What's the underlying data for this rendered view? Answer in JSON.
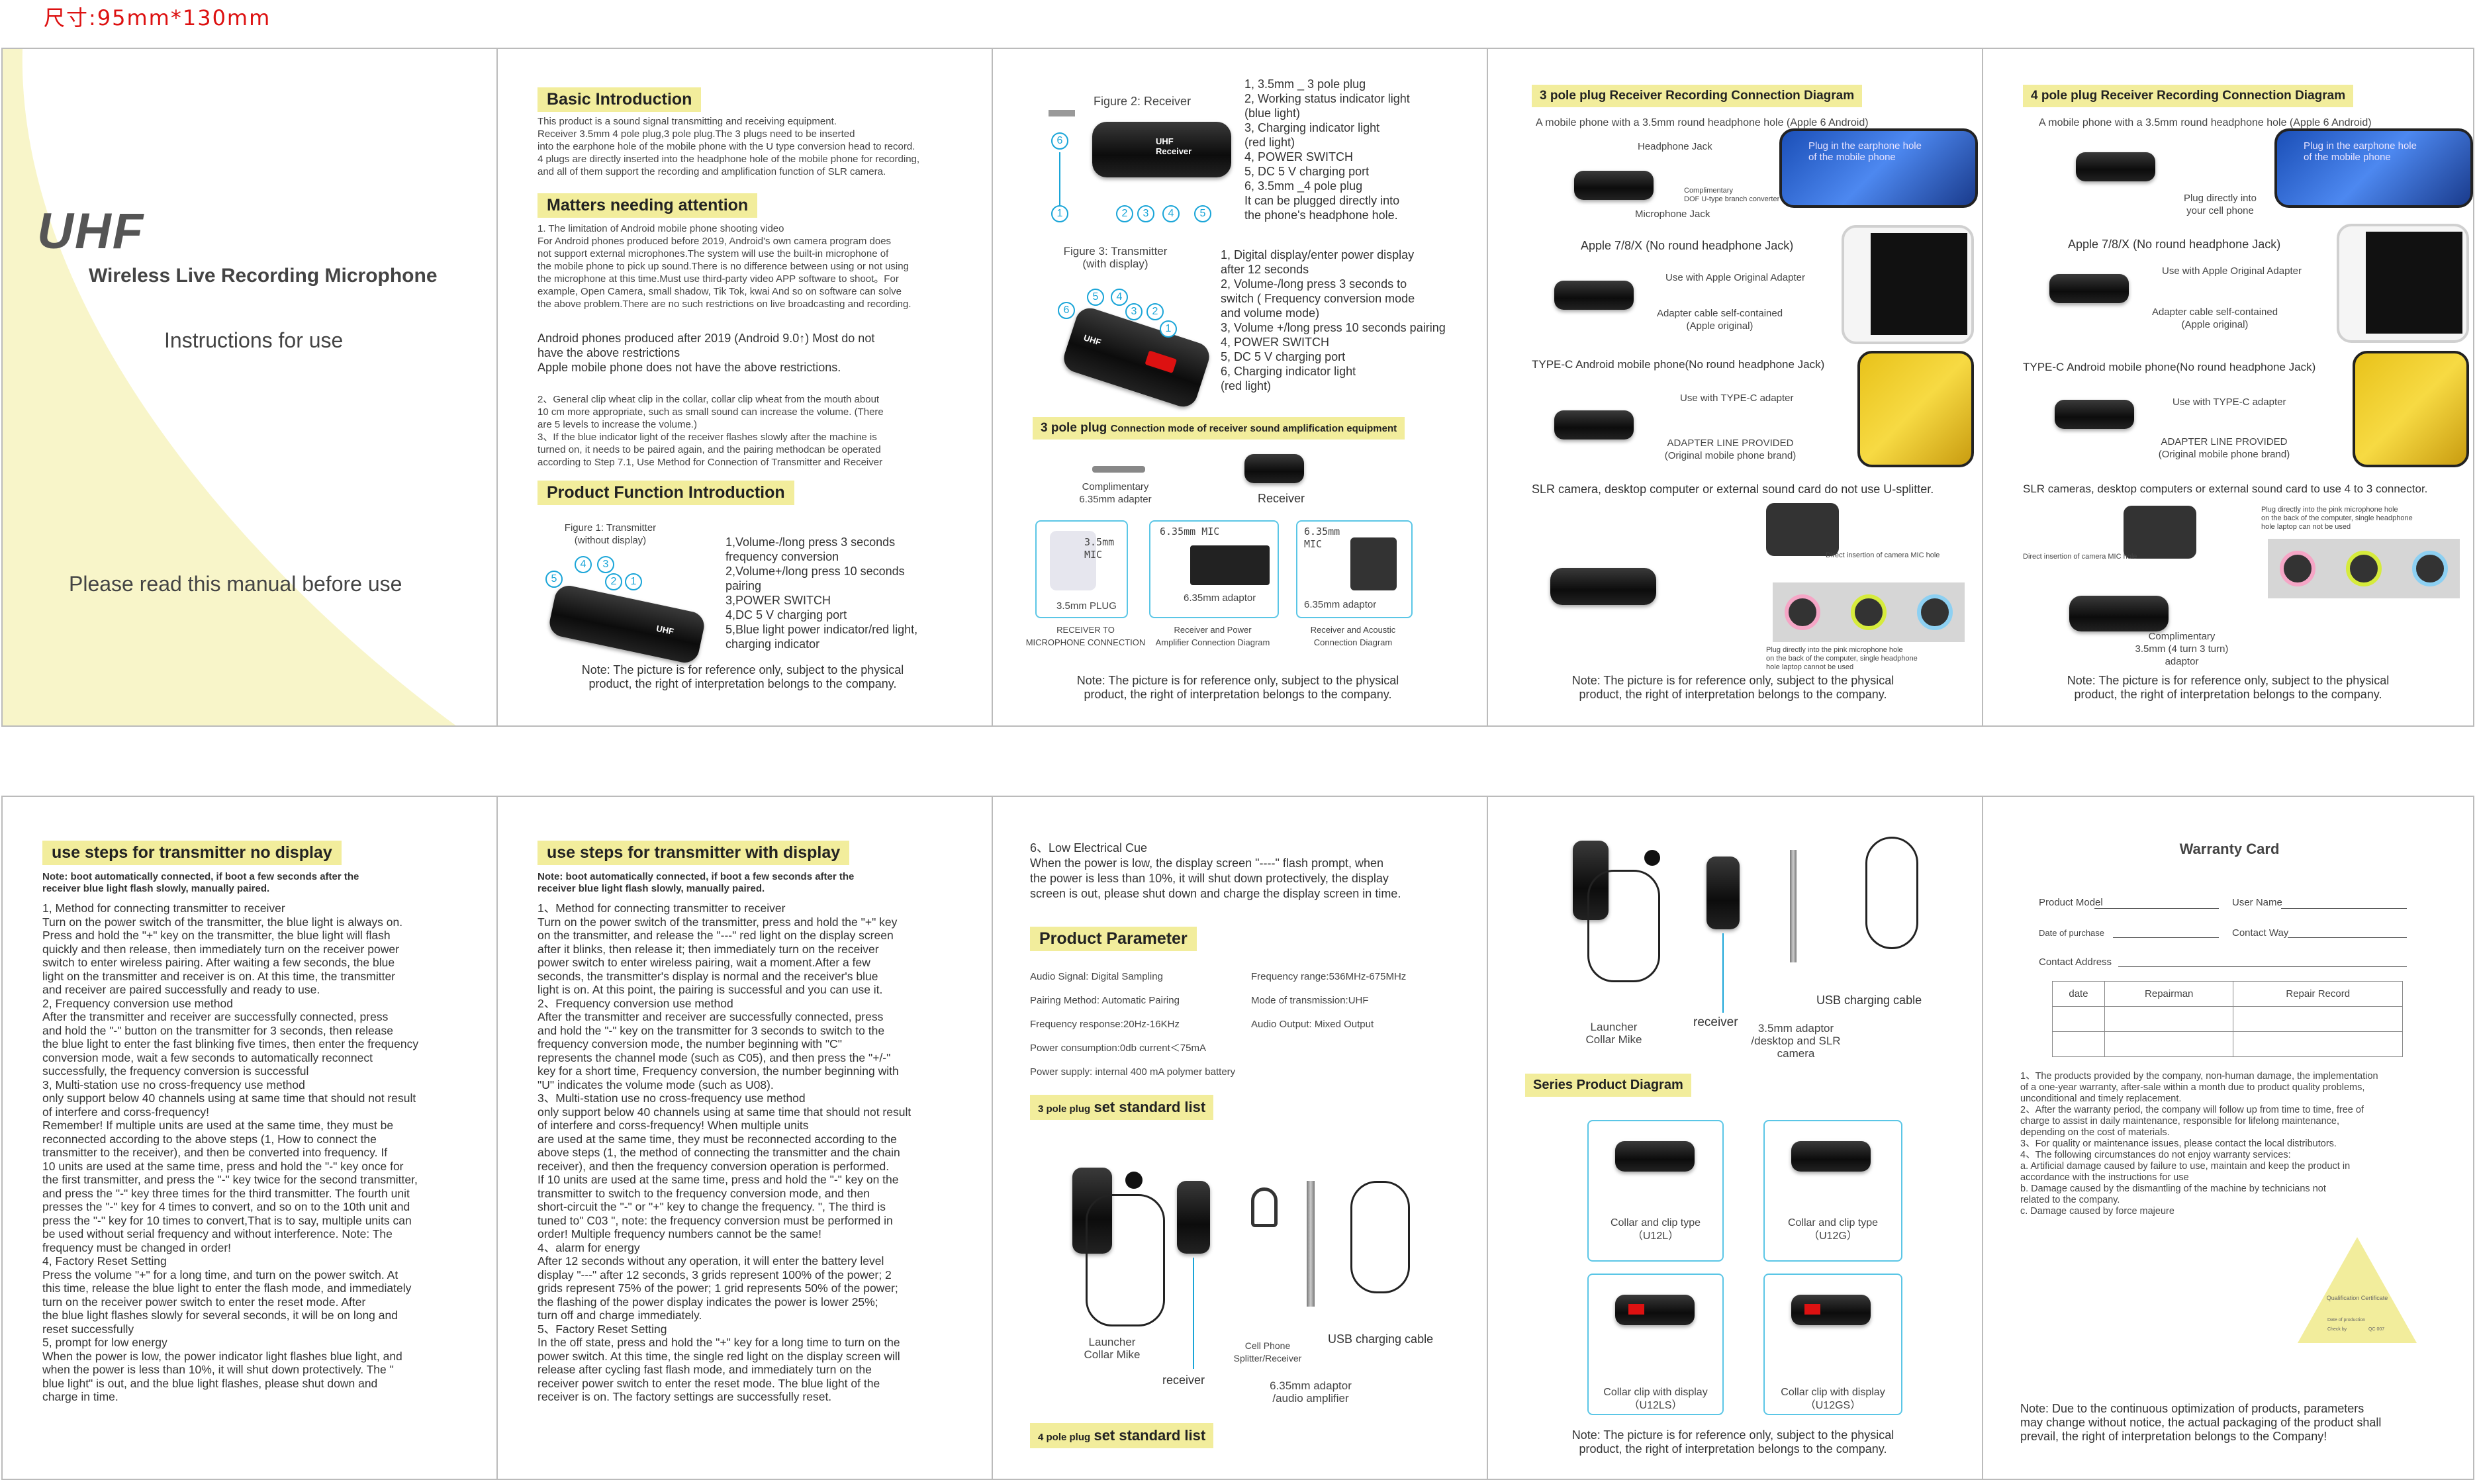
{
  "size_note": "尺寸:95mm*130mm",
  "cover": {
    "brand": "UHF",
    "product": "Wireless Live Recording Microphone",
    "subtitle": "Instructions for use",
    "read_note": "Please read this manual before use"
  },
  "basic": {
    "title": "Basic Introduction",
    "text": "This product is a sound signal transmitting and receiving equipment.\nReceiver 3.5mm 4 pole plug,3 pole plug.The 3 plugs need to be inserted\ninto the earphone hole of the mobile phone with the U type conversion head to record.\n4 plugs are directly inserted into the headphone hole of the mobile phone for recording,\nand all of them support the recording and amplification function of SLR camera."
  },
  "matters": {
    "title": "Matters needing attention",
    "text": "1. The limitation of Android mobile phone shooting video\nFor Android phones produced before 2019, Android's own camera program does\nnot support external microphones.The system will use the built-in microphone of\nthe mobile phone to pick up sound.There is no difference between using or not using\nthe microphone at this time.Must use third-party video APP software to shoot。For\nexample, Open Camera, small shadow, Tik Tok, kwai And so on software can solve\nthe above problem.There are no such restrictions on live broadcasting and recording.",
    "text2": "Android phones produced after 2019 (Android 9.0↑)  Most do not\nhave the above restrictions\nApple mobile phone does not have the above restrictions.",
    "text3": "2、General clip wheat clip in the collar, collar clip wheat from the mouth about\n10 cm more appropriate, such as small sound can increase the volume. (There\nare 5 levels to increase the volume.)\n3、If the blue indicator light of the receiver flashes slowly after the machine is\nturned on, it needs to be paired again, and the pairing methodcan be operated\naccording to Step 7.1, Use Method for Connection of Transmitter and Receiver"
  },
  "pfi": {
    "title": "Product Function Introduction",
    "fig_title": "Figure 1: Transmitter\n(without display)",
    "list": "1,Volume-/long press 3 seconds\n  frequency conversion\n2,Volume+/long press 10 seconds\n  pairing\n3,POWER SWITCH\n4,DC 5 V charging port\n5,Blue light power indicator/red light,\n  charging indicator",
    "note": "Note: The picture is for reference only, subject to the physical\nproduct, the right of interpretation belongs to the company.",
    "callouts": [
      "5",
      "4",
      "3",
      "2",
      "1"
    ]
  },
  "fig2": {
    "title": "Figure 2: Receiver",
    "list": "1, 3.5mm _ 3 pole plug\n2, Working status indicator light\n   (blue light)\n3, Charging indicator light\n   (red light)\n4, POWER SWITCH\n5, DC 5 V charging port\n6, 3.5mm _4 pole plug\nIt can be plugged directly into\nthe phone's headphone hole.",
    "callouts_top": [
      "6"
    ],
    "callouts_bottom": [
      "1",
      "2",
      "3",
      "4",
      "5"
    ]
  },
  "fig3": {
    "title": "Figure 3: Transmitter\n(with display)",
    "list": "1, Digital display/enter power display\n   after 12 seconds\n2, Volume-/long press 3 seconds to\n   switch ( Frequency conversion mode\n   and volume mode)\n3, Volume +/long press 10 seconds pairing\n4, POWER SWITCH\n5, DC 5 V charging port\n6, Charging indicator light\n   (red light)",
    "callouts": [
      "6",
      "5",
      "4",
      "3",
      "2",
      "1"
    ]
  },
  "amp": {
    "title_a": "3 pole plug",
    "title_b": "Connection mode of receiver sound amplification equipment",
    "adapter": "Complimentary\n6.35mm adapter",
    "receiver": "Receiver",
    "items": [
      {
        "tag": "3.5mm\nMIC",
        "label": "3.5mm PLUG",
        "caption": "RECEIVER TO\nMICROPHONE CONNECTION"
      },
      {
        "tag": "6.35mm MIC",
        "label": "6.35mm adaptor",
        "caption": "Receiver and Power\nAmplifier Connection Diagram"
      },
      {
        "tag": "6.35mm\nMIC",
        "label": "6.35mm adaptor",
        "caption": "Receiver and Acoustic\nConnection Diagram"
      }
    ],
    "note": "Note: The picture is for reference only, subject to the physical\nproduct, the right of interpretation belongs to the company."
  },
  "rec3": {
    "title": "3 pole plug Receiver Recording Connection Diagram",
    "sub": "A mobile phone with a 3.5mm round headphone hole (Apple 6 Android)",
    "headphone_jack": "Headphone Jack",
    "mic_jack": "Microphone Jack",
    "plug_text": "Plug in the earphone hole\nof the mobile phone",
    "comp": "Complimentary\nDOF U-type branch converter",
    "apple": "Apple 7/8/X (No round headphone Jack)",
    "apple_adapter": "Use with Apple Original Adapter",
    "apple_cable": "Adapter cable self-contained\n(Apple original)",
    "typec": "TYPE-C Android mobile phone(No round headphone Jack)",
    "typec_adapter": "Use with TYPE-C adapter",
    "typec_line": "ADAPTER LINE PROVIDED\n(Original mobile phone brand)",
    "slr": "SLR camera, desktop computer or external sound card do not use U-splitter.",
    "direct": "Direct insertion of camera MIC hole",
    "pink": "Plug directly into the pink microphone hole\non the back of the computer, single headphone\nhole laptop cannot be used",
    "note": "Note: The picture is for reference only, subject to the physical\nproduct, the right of interpretation belongs to the company."
  },
  "rec4": {
    "title": "4 pole plug Receiver Recording Connection Diagram",
    "sub": "A mobile phone with a 3.5mm round headphone hole (Apple 6 Android)",
    "plug_text": "Plug in the earphone hole\nof the mobile phone",
    "direct_plug": "Plug directly into\nyour cell phone",
    "apple": "Apple 7/8/X (No round headphone Jack)",
    "apple_adapter": "Use with Apple Original Adapter",
    "apple_cable": "Adapter cable self-contained\n(Apple original)",
    "typec": "TYPE-C Android mobile phone(No round headphone Jack)",
    "typec_adapter": "Use with TYPE-C adapter",
    "typec_line": "ADAPTER LINE PROVIDED\n(Original mobile phone brand)",
    "slr": "SLR cameras, desktop computers or external sound card to use 4 to 3 connector.",
    "pink": "Plug directly into the pink microphone hole\non the back of the computer, single headphone\nhole laptop can not be used",
    "direct": "Direct insertion of camera MIC hole",
    "comp": "Complimentary\n3.5mm (4 turn 3 turn)\nadaptor",
    "note": "Note: The picture is for reference only, subject to the physical\nproduct, the right of interpretation belongs to the company."
  },
  "steps_nodisp": {
    "title": "use steps for transmitter no display",
    "note": "Note: boot automatically connected, if boot a few seconds after the\n  receiver blue light flash slowly, manually paired.",
    "text": "1, Method for connecting transmitter to receiver\nTurn on the power switch of the transmitter, the blue light is always on.\nPress and hold the \"+\" key on the transmitter, the blue light will flash\nquickly and then release, then immediately turn on the receiver power\nswitch to enter wireless pairing. After waiting a few seconds, the blue\nlight on the transmitter and receiver is on. At this time, the transmitter\nand receiver are paired successfully and ready to use.\n2, Frequency conversion use method\nAfter the transmitter and receiver are successfully connected, press\nand hold the \"-\" button on the transmitter for 3 seconds, then release\nthe blue light to enter the fast blinking five times, then enter the frequency\nconversion mode, wait a few seconds to automatically reconnect\nsuccessfully, the frequency conversion is successful\n3, Multi-station use no cross-frequency use method\nonly support below 40 channels using at same time that should not result\nof interfere and corss-frequency!\nRemember! If multiple units are used at the same time, they must be\nreconnected according to the above steps (1, How to connect the\ntransmitter to the receiver), and then be converted into frequency. If\n10 units are used at the same time, press and hold the \"-\" key once for\nthe first transmitter, and press the \"-\" key twice for the second transmitter,\nand press the \"-\" key three times for the third transmitter. The fourth unit\npresses the \"-\" key for 4 times to convert, and so on to the 10th unit and\npress the \"-\" key for 10 times to convert,That is to say, multiple units can\nbe used without serial frequency and without interference. Note: The\nfrequency must be changed in order!\n4, Factory Reset Setting\nPress the volume \"+\" for a long time, and turn on the power switch. At\nthis time, release the blue light to enter the flash mode, and immediately\nturn on the receiver power switch to enter the reset mode. After\nthe blue light flashes slowly for several seconds, it will be on long and\nreset successfully\n5, prompt for low energy\nWhen the power is low, the power indicator light flashes blue light, and\nwhen the power is less than 10%, it will shut down protectively. The \"\nblue light\" is out, and the blue light flashes, please shut down and\ncharge in time."
  },
  "steps_disp": {
    "title": "use steps for transmitter with display",
    "note": "Note: boot automatically connected, if boot a few seconds after the\n  receiver blue light flash slowly, manually paired.",
    "text": "1、Method for connecting transmitter to receiver\nTurn on the power switch of the transmitter, press and hold the \"+\" key\non the transmitter, and release the \"---\" red light on the display screen\nafter it blinks, then release it; then immediately turn on the receiver\npower switch to enter wireless pairing, wait a moment.After a few\nseconds, the transmitter's display is normal and the receiver's blue\nlight is on. At this point, the pairing is successful and you can use it.\n2、Frequency conversion use method\nAfter the transmitter and receiver are successfully connected, press\nand hold the \"-\" key on the transmitter for 3 seconds to switch to the\nfrequency conversion mode, the number beginning with \"C\"\nrepresents the channel mode (such as C05), and then press the \"+/-\"\nkey for a short time, Frequency conversion, the number beginning with\n\"U\" indicates the volume mode (such as U08).\n3、Multi-station use no cross-frequency use method\nonly support below 40 channels using at same time that should not result\nof interfere and corss-frequency!                    When multiple units\nare used at the same time, they must be reconnected according to the\nabove steps (1, the method of connecting the transmitter and the chain\nreceiver), and then the frequency conversion operation is performed.\nIf 10 units are used at the same time, press and hold the \"-\" key on the\ntransmitter to switch to the frequency conversion mode, and then\nshort-circuit the \"-\" or \"+\" key to change the frequency. \", The third is\ntuned to\" C03 \", note: the frequency conversion must be performed in\norder! Multiple frequency numbers cannot be the same!\n4、alarm for energy\nAfter 12 seconds without any operation, it will enter the battery level\ndisplay \"---\" after 12 seconds, 3 grids represent 100% of the power; 2\ngrids represent 75% of the power; 1 grid represents 50% of the power;\nthe flashing of the power display indicates the power is lower 25%;\nturn off and charge immediately.\n5、Factory Reset Setting\nIn the off state, press and hold the \"+\" key for a long time to turn on the\npower switch. At this time, the single red light on the display screen will\nrelease after cycling fast flash mode, and immediately turn on the\nreceiver power switch to enter the reset mode. The blue light of the\nreceiver is on. The factory settings are successfully reset."
  },
  "lowcue": {
    "text": "6、Low Electrical Cue\nWhen the power is low, the display screen \"----\" flash prompt, when\nthe power is less than 10%, it will shut down protectively, the display\nscreen is out, please shut down and charge the display screen in time."
  },
  "params": {
    "title": "Product Parameter",
    "left": [
      "Audio Signal: Digital Sampling",
      "Pairing Method: Automatic Pairing",
      "Frequency response:20Hz-16KHz",
      "Power consumption:0db current＜75mA",
      "Power supply: internal 400 mA polymer battery"
    ],
    "right": [
      "Frequency range:536MHz-675MHz",
      "Mode of transmission:UHF",
      "Audio Output: Mixed Output"
    ]
  },
  "std3": {
    "title_a": "3 pole plug",
    "title_b": "set standard list",
    "launcher": "Launcher\nCollar Mike",
    "splitter": "Cell Phone\nSplitter/Receiver",
    "usb": "USB charging cable",
    "receiver": "receiver",
    "adaptor": "6.35mm adaptor\n/audio amplifier"
  },
  "std4": {
    "title_a": "4 pole plug",
    "title_b": "set standard list"
  },
  "series": {
    "launcher": "Launcher\nCollar Mike",
    "receiver": "receiver",
    "usb": "USB charging cable",
    "adaptor": "3.5mm adaptor\n/desktop and SLR\ncamera",
    "title": "Series Product Diagram",
    "items": [
      {
        "label": "Collar and clip type",
        "model": "（U12L）"
      },
      {
        "label": "Collar and clip type",
        "model": "（U12G）"
      },
      {
        "label": "Collar clip with display",
        "model": "（U12LS）"
      },
      {
        "label": "Collar clip with display",
        "model": "（U12GS）"
      }
    ],
    "note": "Note: The picture is for reference only, subject to the physical\nproduct, the right of interpretation belongs to the company."
  },
  "warranty": {
    "title": "Warranty Card",
    "product_model": "Product Model",
    "user_name": "User Name",
    "date_purchase": "Date of purchase",
    "contact_way": "Contact Way",
    "contact_address": "Contact Address",
    "cols": [
      "date",
      "Repairman",
      "Repair Record"
    ],
    "text": "1、The products provided by the company, non-human damage, the implementation\nof a one-year warranty, after-sale within a month due to product quality problems,\nunconditional and timely replacement.\n2、After the warranty period, the company will follow up from time to time, free of\ncharge to assist in daily maintenance, responsible for lifelong maintenance,\ndepending on the cost of materials.\n3、For quality or maintenance issues, please contact the local distributors.\n4、The following circumstances do not enjoy warranty services:\n  a. Artificial damage caused by failure to use, maintain and keep the product in\n  accordance with the instructions for use\n  b. Damage caused by the dismantling of the machine by technicians not\n  related to the company.\n  c. Damage caused by force majeure",
    "cert": "Qualification Certificate",
    "cert_date": "Date of production",
    "cert_check": "Check by",
    "cert_code": "QC 007",
    "footer": "Note: Due to the continuous optimization of products, parameters\nmay change without notice, the actual packaging of the product shall\nprevail, the right of interpretation belongs to the Company!"
  }
}
